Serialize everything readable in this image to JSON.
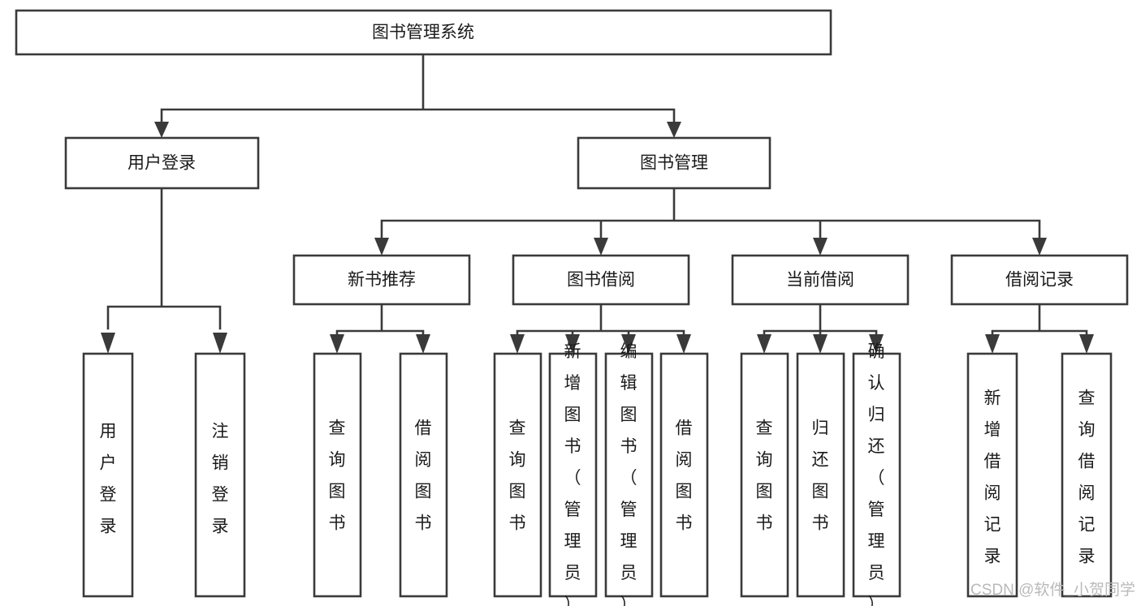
{
  "diagram": {
    "title": "图书管理系统",
    "type": "functional-structure-tree",
    "style": {
      "box_fill": "#ffffff",
      "box_stroke": "#3a3a3a",
      "text_color": "#1a1a1a",
      "background": "#ffffff",
      "watermark_color": "#b9b9b9"
    },
    "root": {
      "id": "root",
      "label": "图书管理系统",
      "orientation": "horizontal"
    },
    "level2": [
      {
        "id": "user-login",
        "label": "用户登录",
        "orientation": "horizontal"
      },
      {
        "id": "book-manage",
        "label": "图书管理",
        "orientation": "horizontal"
      }
    ],
    "level3": [
      {
        "id": "new-book-rec",
        "label": "新书推荐",
        "orientation": "horizontal",
        "parent": "book-manage"
      },
      {
        "id": "book-borrow",
        "label": "图书借阅",
        "orientation": "horizontal",
        "parent": "book-manage"
      },
      {
        "id": "current-borrow",
        "label": "当前借阅",
        "orientation": "horizontal",
        "parent": "book-manage"
      },
      {
        "id": "borrow-record",
        "label": "借阅记录",
        "orientation": "horizontal",
        "parent": "book-manage"
      }
    ],
    "leaves": {
      "user-login": [
        {
          "id": "leaf-user-login",
          "label": "用户登录",
          "orientation": "vertical"
        },
        {
          "id": "leaf-user-logout",
          "label": "注销登录",
          "orientation": "vertical"
        }
      ],
      "new-book-rec": [
        {
          "id": "leaf-query-book-1",
          "label": "查询图书",
          "orientation": "vertical"
        },
        {
          "id": "leaf-borrow-book-1",
          "label": "借阅图书",
          "orientation": "vertical"
        }
      ],
      "book-borrow": [
        {
          "id": "leaf-query-book-2",
          "label": "查询图书",
          "orientation": "vertical"
        },
        {
          "id": "leaf-add-book",
          "label": "新增图书（管理员）",
          "orientation": "vertical"
        },
        {
          "id": "leaf-edit-book",
          "label": "编辑图书（管理员）",
          "orientation": "vertical"
        },
        {
          "id": "leaf-borrow-book-2",
          "label": "借阅图书",
          "orientation": "vertical"
        }
      ],
      "current-borrow": [
        {
          "id": "leaf-query-book-3",
          "label": "查询图书",
          "orientation": "vertical"
        },
        {
          "id": "leaf-return-book",
          "label": "归还图书",
          "orientation": "vertical"
        },
        {
          "id": "leaf-confirm-return",
          "label": "确认归还（管理员）",
          "orientation": "vertical"
        }
      ],
      "borrow-record": [
        {
          "id": "leaf-add-record",
          "label": "新增借阅记录",
          "orientation": "vertical"
        },
        {
          "id": "leaf-query-record",
          "label": "查询借阅记录",
          "orientation": "vertical"
        }
      ]
    }
  },
  "watermark": {
    "text": "CSDN @软件_小贺同学"
  }
}
